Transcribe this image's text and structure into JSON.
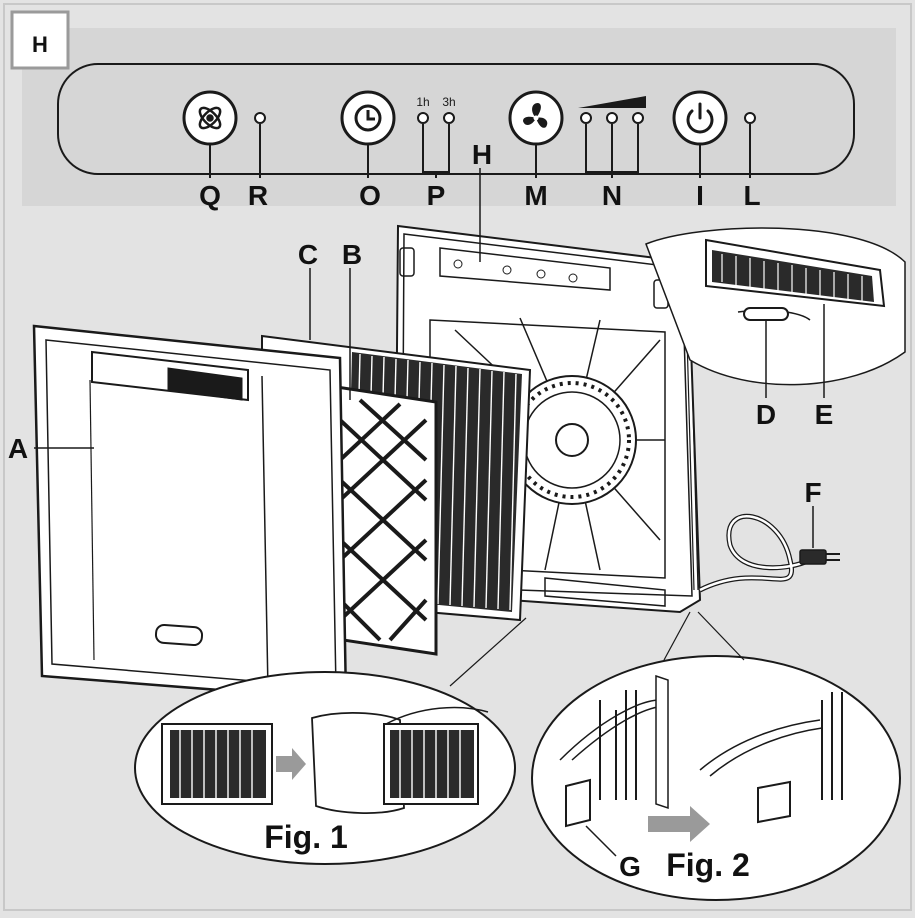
{
  "section_tab": "H",
  "panel": {
    "timer_1h": "1h",
    "timer_3h": "3h",
    "icons": [
      "ionizer-icon",
      "timer-icon",
      "fan-icon",
      "power-icon"
    ]
  },
  "labels": {
    "Q": "Q",
    "R": "R",
    "O": "O",
    "P": "P",
    "M": "M",
    "N": "N",
    "I": "I",
    "L": "L",
    "H": "H",
    "C": "C",
    "B": "B",
    "A": "A",
    "D": "D",
    "E": "E",
    "F": "F",
    "G": "G"
  },
  "figures": {
    "fig1": "Fig. 1",
    "fig2": "Fig. 2"
  },
  "colors": {
    "background": "#e3e3e3",
    "panel_band": "#d6d6d6",
    "line": "#1a1a1a",
    "arrow": "#9a9a9a"
  }
}
